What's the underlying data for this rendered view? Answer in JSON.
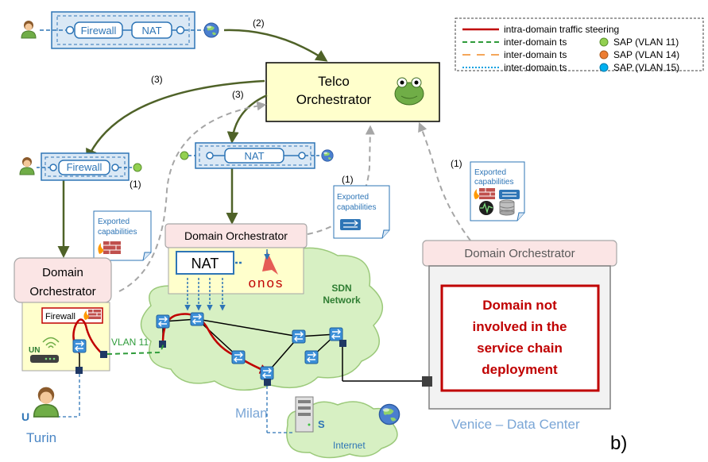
{
  "legend": {
    "items": [
      {
        "label": "intra-domain traffic steering",
        "color": "#c00000",
        "style": "solid"
      },
      {
        "label": "inter-domain ts",
        "color": "#2e9b3a",
        "style": "dashed",
        "sap": "SAP (VLAN 11)",
        "sap_color": "#92d050"
      },
      {
        "label": "inter-domain ts",
        "color": "#f4a65a",
        "style": "dashed",
        "sap": "SAP (VLAN 14)",
        "sap_color": "#ed7d31"
      },
      {
        "label": "inter-domain ts",
        "color": "#00a0e0",
        "style": "dotted",
        "sap": "SAP (VLAN 15)",
        "sap_color": "#00b0f0"
      }
    ]
  },
  "telco": {
    "line1": "Telco",
    "line2": "Orchestrator"
  },
  "top_chain": {
    "nf1": "Firewall",
    "nf2": "NAT"
  },
  "turin_chain": {
    "nf1": "Firewall"
  },
  "milan_chain": {
    "nf1": "NAT"
  },
  "step_labels": {
    "s2": "(2)",
    "s3a": "(3)",
    "s3b": "(3)",
    "s1_turin": "(1)",
    "s1_milan": "(1)",
    "s1_venice": "(1)"
  },
  "exported": {
    "line1": "Exported",
    "line2": "capabilities"
  },
  "turin": {
    "orch_line1": "Domain",
    "orch_line2": "Orchestrator",
    "firewall": "Firewall",
    "un": "UN",
    "vlan": "VLAN 11",
    "user": "U",
    "city": "Turin"
  },
  "milan": {
    "orch": "Domain Orchestrator",
    "nat": "NAT",
    "onos": "onos",
    "sdn1": "SDN",
    "sdn2": "Network",
    "city": "Milan"
  },
  "internet": {
    "server": "S",
    "label": "Internet"
  },
  "venice": {
    "orch": "Domain Orchestrator",
    "msg": [
      "Domain not",
      "involved in the",
      "service chain",
      "deployment"
    ],
    "city": "Venice – Data Center"
  },
  "panel_label": "b)",
  "colors": {
    "orch_arrow": "#4f6228",
    "dashed_arrow": "#a6a6a6",
    "intra": "#c00000",
    "inter_green": "#2e9b3a",
    "nf_blue": "#2e75b6",
    "nf_fill": "#dae8f5",
    "pink": "#fbe5e5",
    "yellow": "#ffffcc",
    "cloud": "#d7f0c3",
    "city_blue": "#4a86c5"
  }
}
